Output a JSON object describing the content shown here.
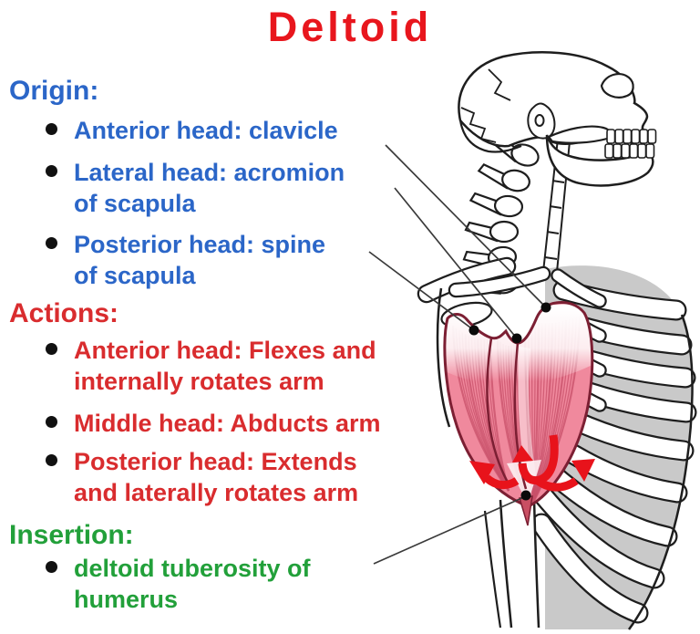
{
  "title": "Deltoid",
  "colors": {
    "title_red": "#e8161d",
    "origin_blue": "#2b66c8",
    "actions_red": "#d92c2e",
    "insertion_green": "#22a03a",
    "arrow_red": "#e8131b",
    "muscle_pink": "#f0899d",
    "muscle_striation": "#c8506a",
    "muscle_outline": "#7c1f33",
    "bone_outline": "#1e1e1e",
    "rib_shadow_gray": "#c9c9c9",
    "leader_line": "#3a3a3a"
  },
  "sections": [
    {
      "heading": "Origin:",
      "items": [
        {
          "lines": [
            "Anterior head: clavicle"
          ]
        },
        {
          "lines": [
            "Lateral head: acromion",
            "of scapula"
          ]
        },
        {
          "lines": [
            "Posterior head: spine",
            "of scapula"
          ]
        }
      ]
    },
    {
      "heading": "Actions:",
      "items": [
        {
          "lines": [
            "Anterior head: Flexes and",
            "internally rotates arm"
          ]
        },
        {
          "lines": [
            "Middle head: Abducts arm"
          ]
        },
        {
          "lines": [
            "Posterior head: Extends",
            "and laterally rotates arm"
          ]
        }
      ]
    },
    {
      "heading": "Insertion:",
      "items": [
        {
          "lines": [
            "deltoid tuberosity of",
            "humerus"
          ]
        }
      ]
    }
  ],
  "figure": {
    "markers": [
      "origin-dot-clavicle",
      "origin-dot-acromion",
      "origin-dot-spine-of-scapula",
      "insertion-dot-deltoid-tuberosity"
    ],
    "arrows": [
      "extension-arrow-left",
      "abduction-arrow-up",
      "flexion-arrow-right"
    ]
  }
}
